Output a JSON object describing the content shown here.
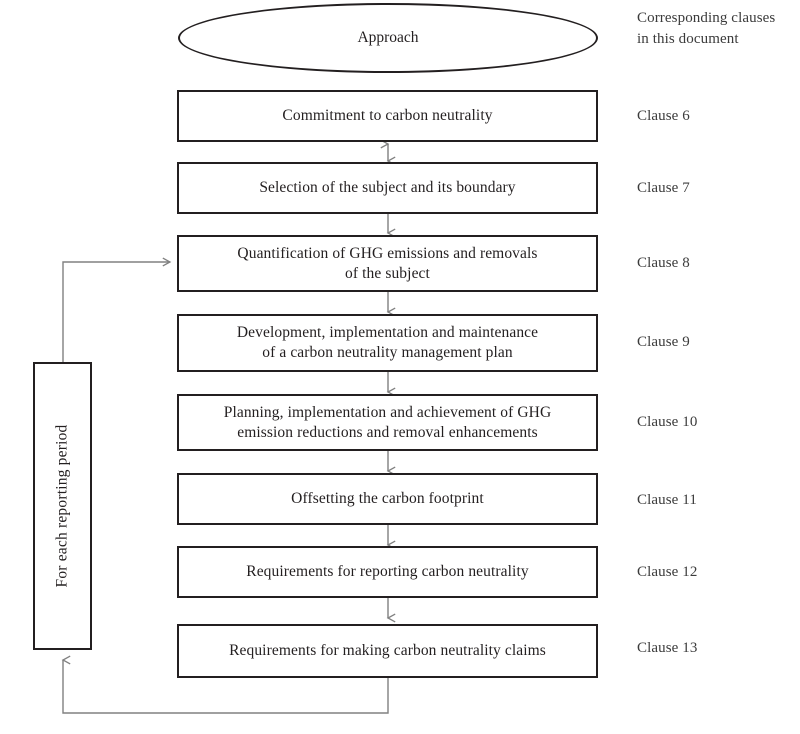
{
  "diagram": {
    "title_node": {
      "label": "Approach",
      "shape": "ellipse"
    },
    "column_header": "Corresponding clauses in this document",
    "loop_label": "For each reporting period",
    "steps": [
      {
        "label": "Commitment to carbon neutrality",
        "clause": "Clause 6"
      },
      {
        "label": "Selection of the subject and its boundary",
        "clause": "Clause 7"
      },
      {
        "label": "Quantification of GHG emissions and removals\nof the subject",
        "clause": "Clause 8"
      },
      {
        "label": "Development, implementation and maintenance\nof a carbon neutrality management plan",
        "clause": "Clause 9"
      },
      {
        "label": "Planning, implementation and achievement of GHG\nemission reductions and removal enhancements",
        "clause": "Clause 10"
      },
      {
        "label": "Offsetting the carbon footprint",
        "clause": "Clause 11"
      },
      {
        "label": "Requirements for reporting carbon neutrality",
        "clause": "Clause 12"
      },
      {
        "label": "Requirements for making carbon neutrality claims",
        "clause": "Clause 13"
      }
    ],
    "colors": {
      "stroke": "#231f20",
      "connector": "#808080",
      "text": "#231f20",
      "muted_text": "#3b3b3b",
      "background": "#ffffff"
    }
  }
}
